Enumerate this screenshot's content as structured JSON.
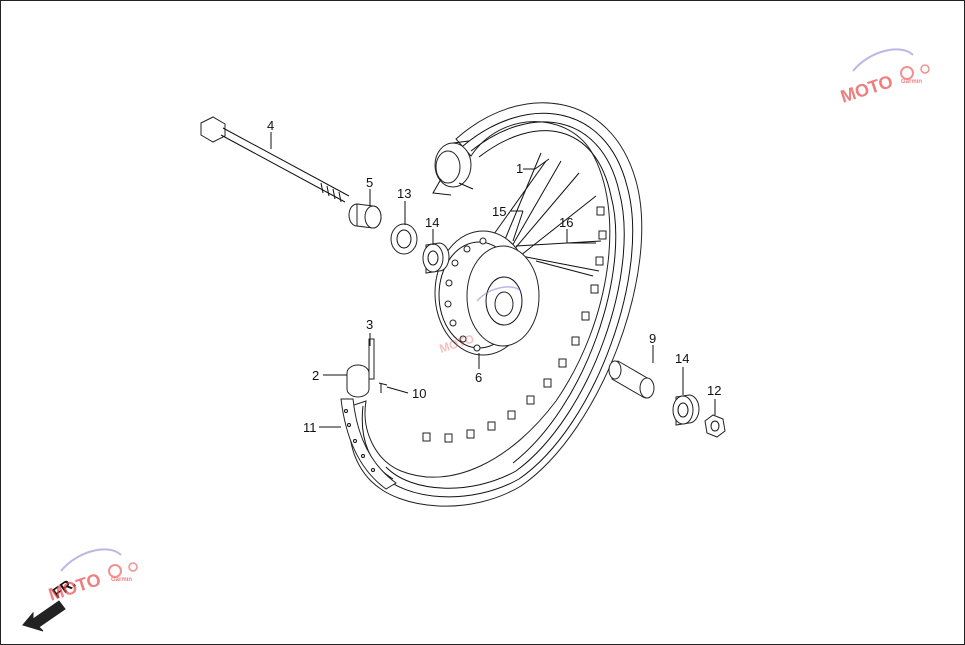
{
  "callouts": [
    "1",
    "2",
    "3",
    "4",
    "5",
    "6",
    "9",
    "10",
    "11",
    "12",
    "13",
    "14",
    "14",
    "15",
    "16"
  ],
  "direction_label": "FR.",
  "watermark": {
    "text": "MOTO",
    "small": "Garmin",
    "color": "#e84a4a",
    "accent": "#7a6fc8"
  }
}
